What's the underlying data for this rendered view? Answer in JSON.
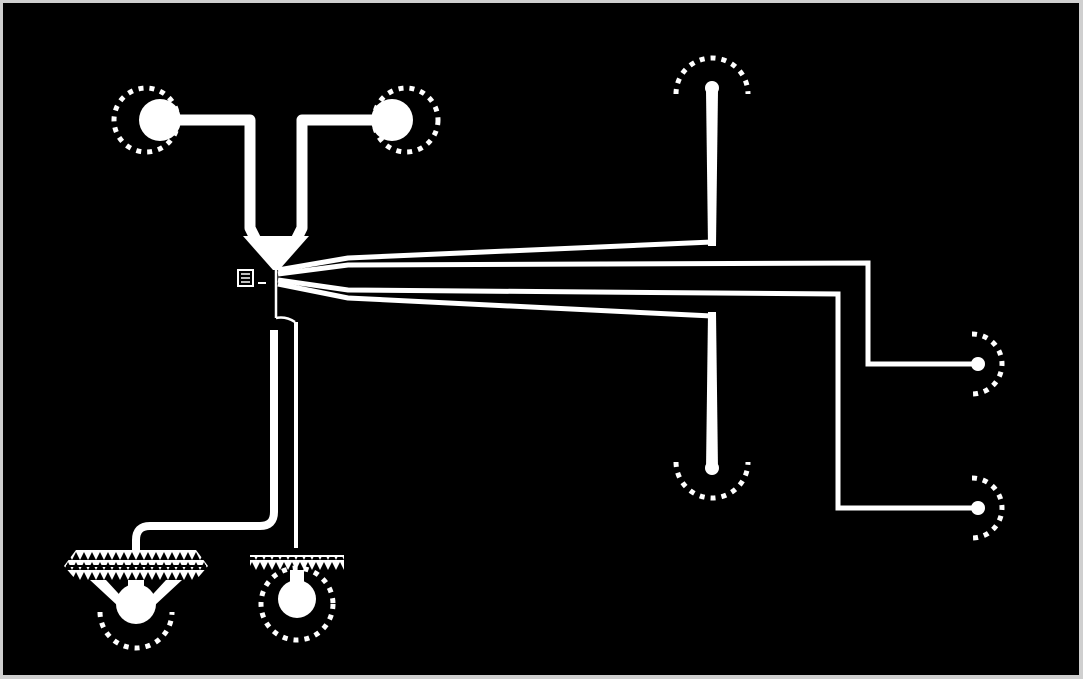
{
  "diagram": {
    "kind": "microfluidic-channel-layout",
    "colors": {
      "background": "#000000",
      "channel": "#ffffff",
      "frame": "#cfcfcf"
    },
    "inlets": [
      {
        "id": "inlet-1"
      },
      {
        "id": "inlet-2"
      }
    ],
    "outlets": [
      {
        "id": "outlet-top"
      },
      {
        "id": "outlet-right-upper"
      },
      {
        "id": "outlet-middle"
      },
      {
        "id": "outlet-right-lower"
      }
    ],
    "filter_reservoirs": [
      {
        "id": "filter-reservoir-left"
      },
      {
        "id": "filter-reservoir-right"
      }
    ]
  }
}
